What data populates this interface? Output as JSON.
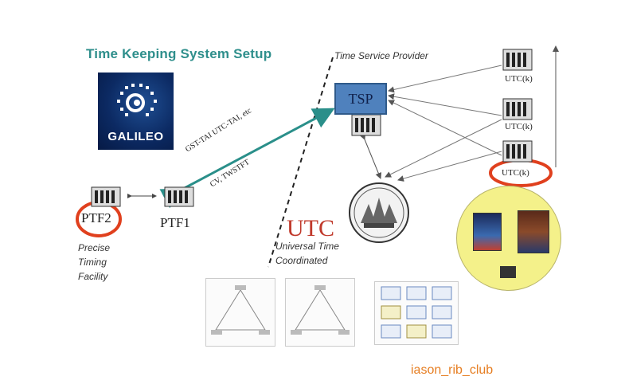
{
  "title": "Time Keeping System Setup",
  "galileo_logo_text": "GALILEO",
  "tsp_provider_label": "Time Service Provider",
  "tsp_label": "TSP",
  "utc_labels": [
    "UTC(k)",
    "UTC(k)",
    "UTC(k)"
  ],
  "link_label_line1": "GST-TAI UTC-TAI, etc",
  "link_label_line2": "CV, TWSTFT",
  "ptf2_label": "PTF2",
  "ptf1_label": "PTF1",
  "ptf_desc": [
    "Precise",
    "Timing",
    "Facility"
  ],
  "utc_big": "UTC",
  "utc_desc_line1": "Universal Time",
  "utc_desc_line2": "Coordinated",
  "watermark": "iason_rib_club",
  "colors": {
    "title": "#2f8f8c",
    "tsp_box": "#4f81bd",
    "teal_arrow": "#2a8f8a",
    "highlight_ring": "#e0401e",
    "utc_red": "#c0392b",
    "yellow_circle": "#f4f18a",
    "watermark": "#e67e22"
  }
}
